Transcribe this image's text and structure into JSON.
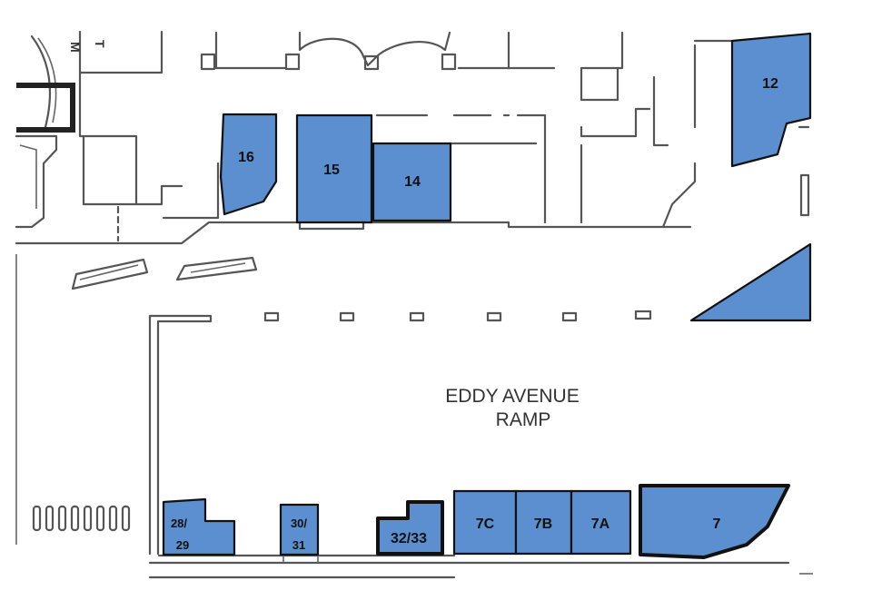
{
  "map": {
    "area_label_line1": "EDDY AVENUE",
    "area_label_line2": "RAMP",
    "bay_fill_color": "#5b8fcf",
    "bay_stroke_color": "#111111",
    "wall_color": "#555555"
  },
  "bays": {
    "b12": "12",
    "b16": "16",
    "b15": "15",
    "b14": "14",
    "b28_29_top": "28/",
    "b28_29_bottom": "29",
    "b30_31_top": "30/",
    "b30_31_bottom": "31",
    "b32_33": "32/33",
    "b7C": "7C",
    "b7B": "7B",
    "b7A": "7A",
    "b7": "7"
  },
  "sign": {
    "line1": "M",
    "line2": "T"
  }
}
